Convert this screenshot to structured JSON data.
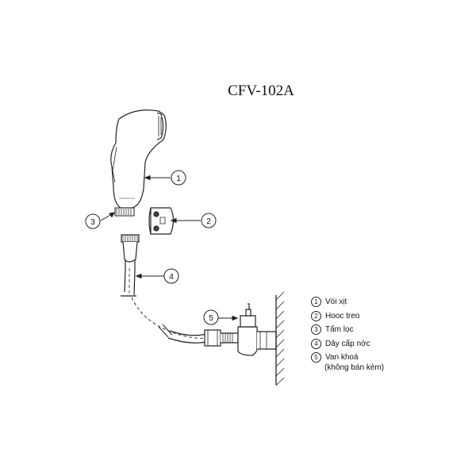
{
  "title": "CFV-102A",
  "callouts": [
    "1",
    "2",
    "3",
    "4",
    "5"
  ],
  "legend": {
    "items": [
      {
        "num": "1",
        "label": "Vòi xịt"
      },
      {
        "num": "2",
        "label": "Hooc treo"
      },
      {
        "num": "3",
        "label": "Tấm lọc"
      },
      {
        "num": "4",
        "label": "Dây cấp nớc"
      },
      {
        "num": "5",
        "label": "Van khoá"
      }
    ],
    "note": "(không bán kèm)"
  }
}
